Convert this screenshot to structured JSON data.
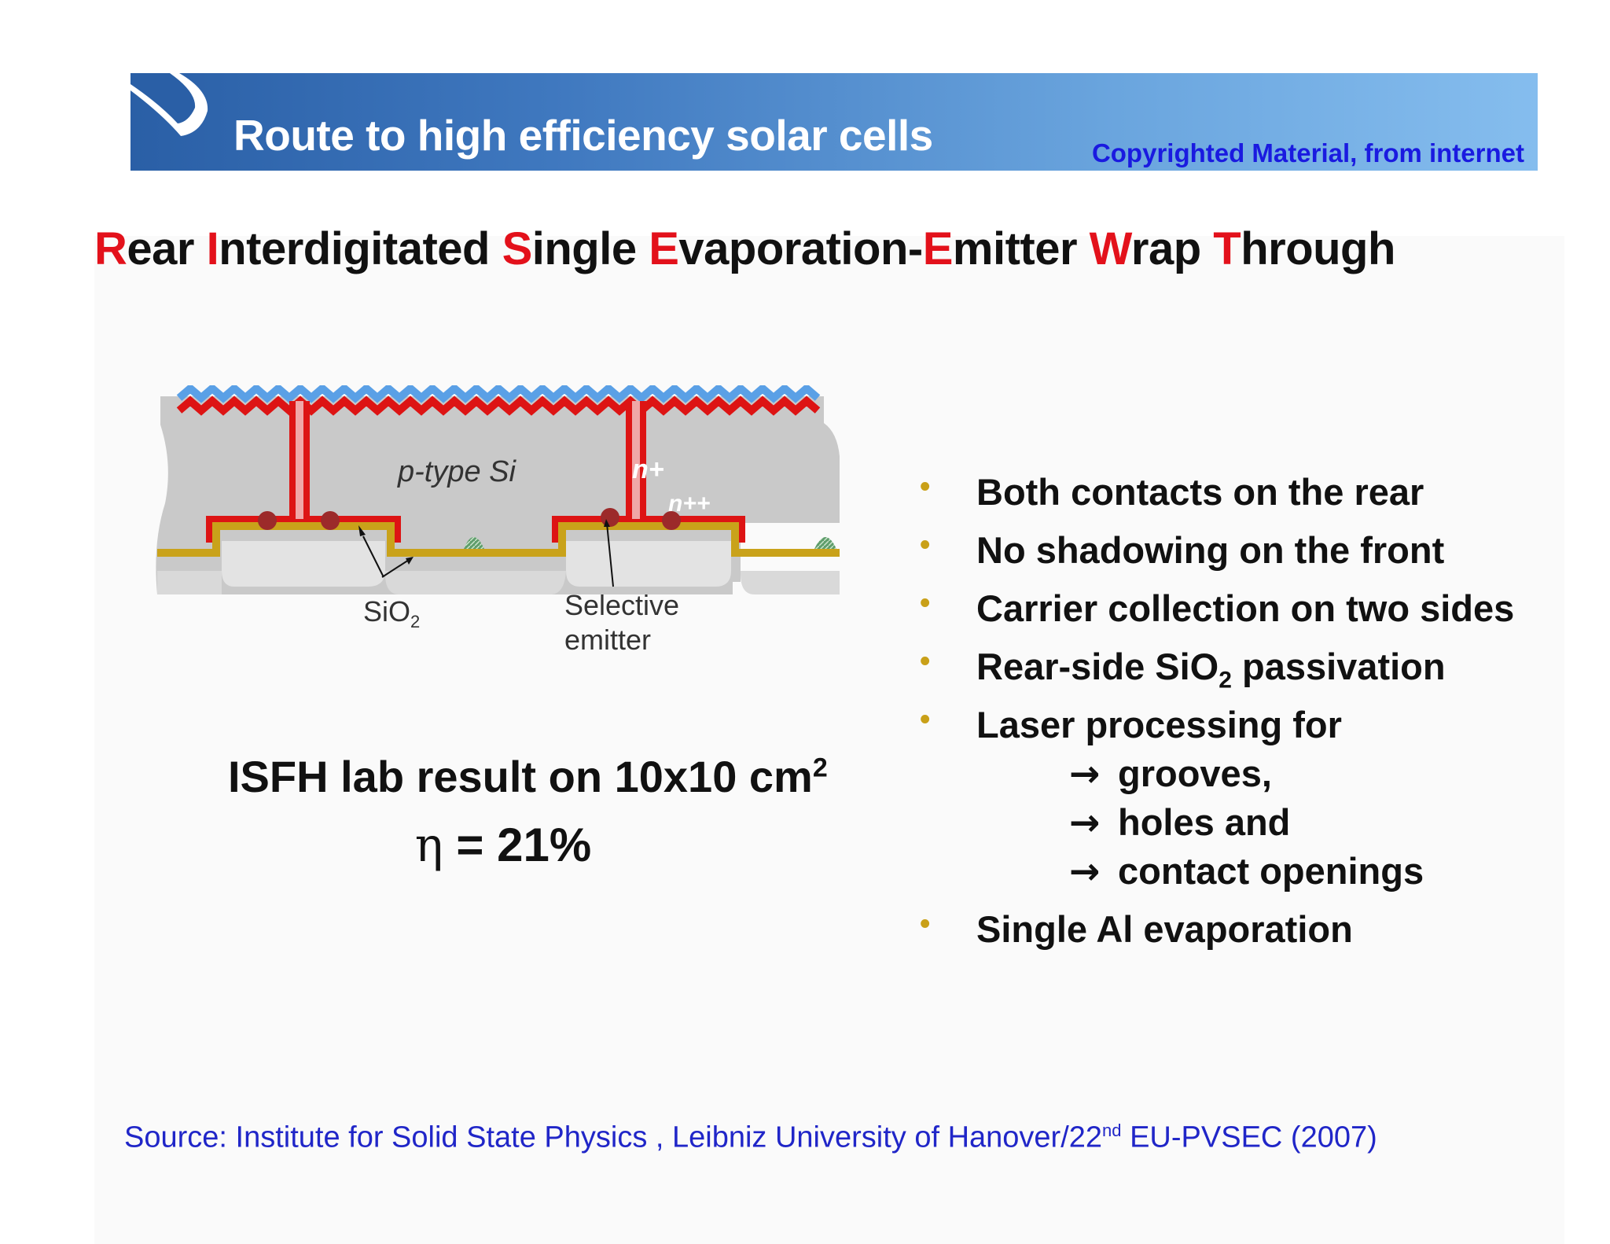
{
  "header": {
    "title": "Route to high efficiency solar cells",
    "copyright": "Copyrighted Material, from internet",
    "colors": {
      "bar_start": "#2a5fa6",
      "bar_end": "#85bdee",
      "copyright": "#1a1ae0"
    }
  },
  "acronym": {
    "words": [
      {
        "initial": "R",
        "rest": "ear "
      },
      {
        "initial": "I",
        "rest": "nterdigitated "
      },
      {
        "initial": "S",
        "rest": "ingle "
      },
      {
        "initial": "E",
        "rest": "vaporation-"
      },
      {
        "initial": "E",
        "rest": "mitter "
      },
      {
        "initial": "W",
        "rest": "rap "
      },
      {
        "initial": "T",
        "rest": "hrough"
      }
    ],
    "initial_color": "#e3111b"
  },
  "diagram": {
    "bulk_label": "p-type Si",
    "n_plus_label": "n+",
    "n_plus_plus_label": "n++",
    "sio2_label_base": "SiO",
    "sio2_label_sub": "2",
    "selective_label_line1": "Selective",
    "selective_label_line2": "emitter"
  },
  "result": {
    "text": "ISFH lab result on 10x10 cm",
    "sup": "2",
    "eta_symbol": "η",
    "efficiency": " = 21%"
  },
  "bullets": {
    "items": [
      {
        "text": "Both contacts on the rear"
      },
      {
        "text": "No shadowing on the front"
      },
      {
        "text": "Carrier collection on two sides"
      },
      {
        "pre": "Rear-side SiO",
        "sub": "2",
        "post": " passivation"
      },
      {
        "text": "Laser processing for"
      },
      {
        "text": "Single Al evaporation"
      }
    ],
    "sub_items": [
      "grooves,",
      "holes and",
      "contact openings"
    ],
    "arrow": "→",
    "bullet_symbol": "•",
    "bullet_color": "#c9a018"
  },
  "source": {
    "pre": "Source: Institute for Solid State Physics , Leibniz University of Hanover/22",
    "sup": "nd",
    "post": " EU-PVSEC (2007)",
    "color": "#2026c8"
  }
}
